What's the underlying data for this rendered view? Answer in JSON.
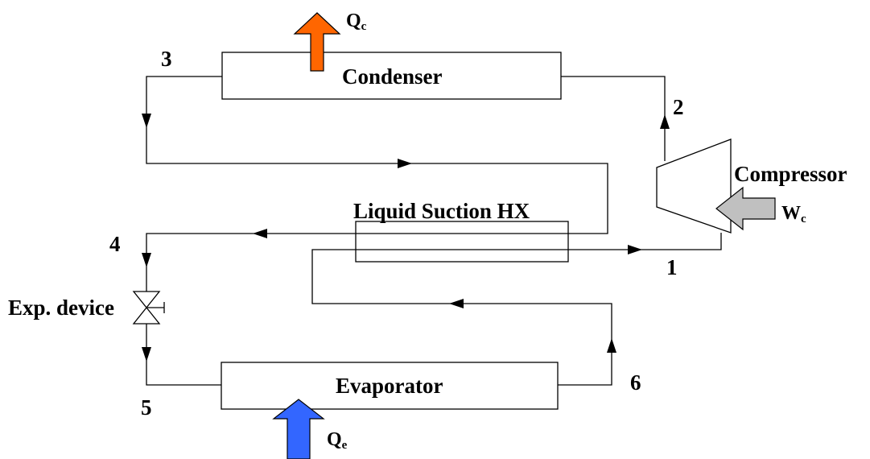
{
  "components": {
    "condenser": "Condenser",
    "compressor": "Compressor",
    "liquid_suction_hx": "Liquid Suction HX",
    "expansion_device": "Exp. device",
    "evaporator": "Evaporator"
  },
  "states": [
    "1",
    "2",
    "3",
    "4",
    "5",
    "6"
  ],
  "heat_flows": {
    "condenser": {
      "symbol": "Q",
      "subscript": "c",
      "color": "#ff6600"
    },
    "evaporator": {
      "symbol": "Q",
      "subscript": "e",
      "color": "#3366ff"
    }
  },
  "work": {
    "symbol": "W",
    "subscript": "c",
    "color": "#c0c0c0"
  }
}
